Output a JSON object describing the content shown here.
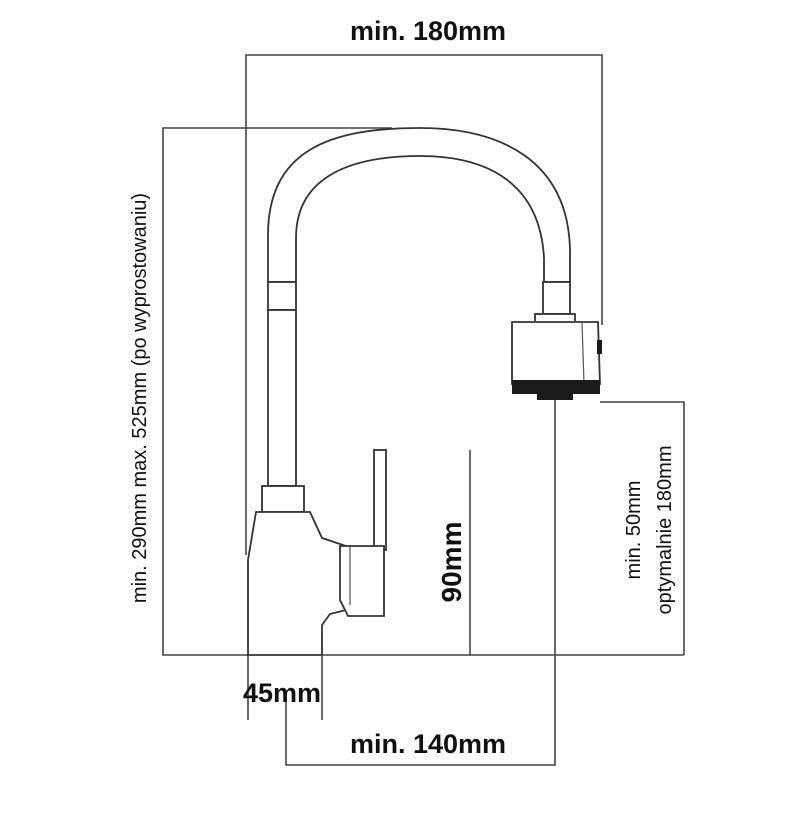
{
  "labels": {
    "top_width": "min. 180mm",
    "height": "min. 290mm max. 525mm (po wyprostowaniu)",
    "handle_height": "90mm",
    "base_width": "45mm",
    "spout_reach": "min. 140mm",
    "clearance_line1": "min. 50mm",
    "clearance_line2": "optymalnie 180mm"
  },
  "colors": {
    "line": "#444444",
    "text": "#111111",
    "aerator_dark": "#1a1a1a"
  }
}
